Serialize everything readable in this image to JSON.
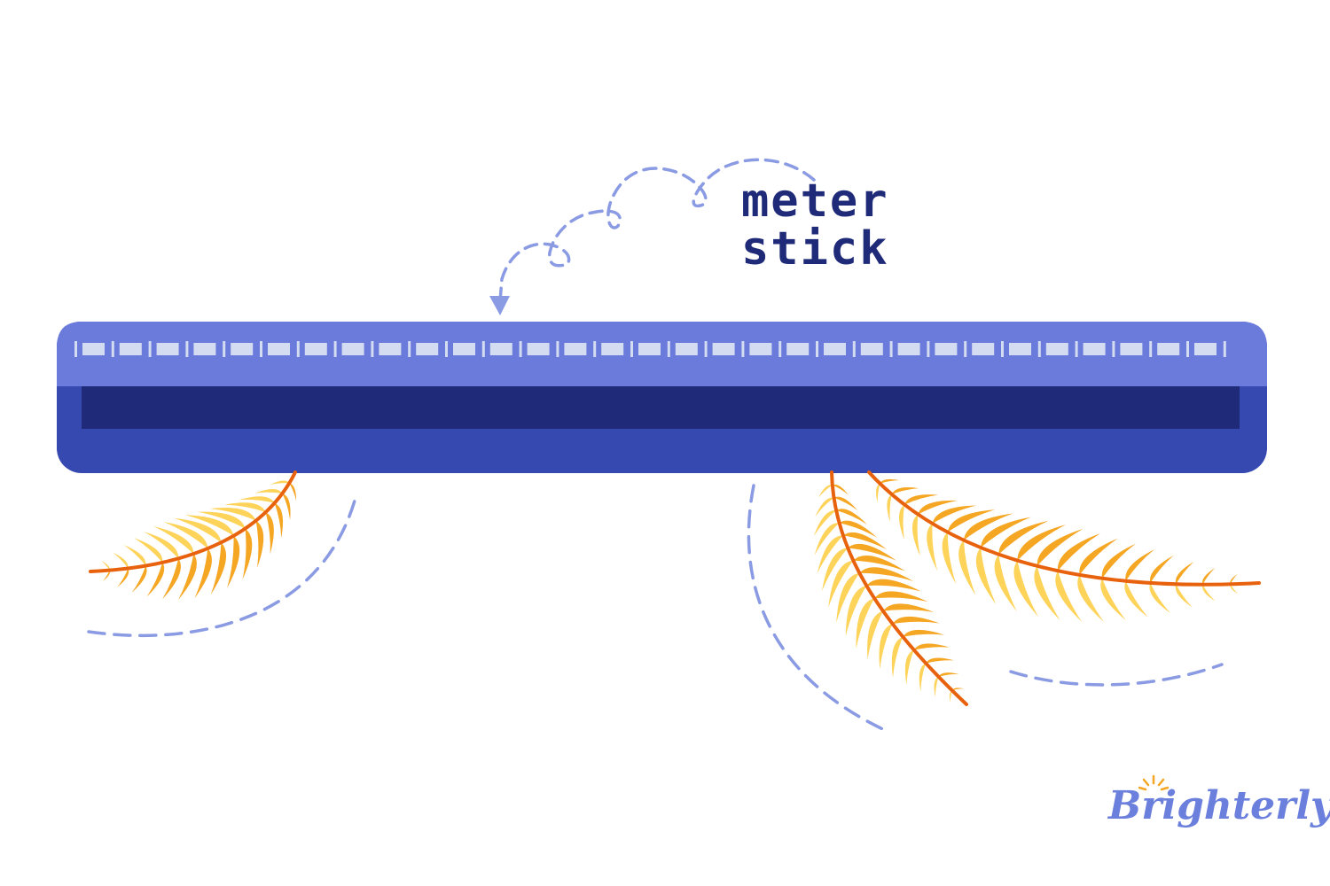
{
  "label": {
    "line1": "meter",
    "line2": "stick"
  },
  "logo": {
    "text": "Brighterly"
  },
  "icons": {
    "ruler": "meter-stick-icon",
    "leaf": "fern-leaf-icon",
    "arrow": "dashed-loop-arrow-icon"
  },
  "colors": {
    "ruler_top": "#6b7bdb",
    "ruler_body": "#3549b1",
    "ruler_slot": "#1f2b78",
    "tick": "#d3dcf0",
    "label": "#1f2b78",
    "dash": "#8a9be3",
    "leaf_light": "#fdd35a",
    "leaf_dark": "#f5a623",
    "leaf_stem": "#e8620e",
    "logo": "#6b7fdc",
    "logo_sun": "#f5a623"
  }
}
